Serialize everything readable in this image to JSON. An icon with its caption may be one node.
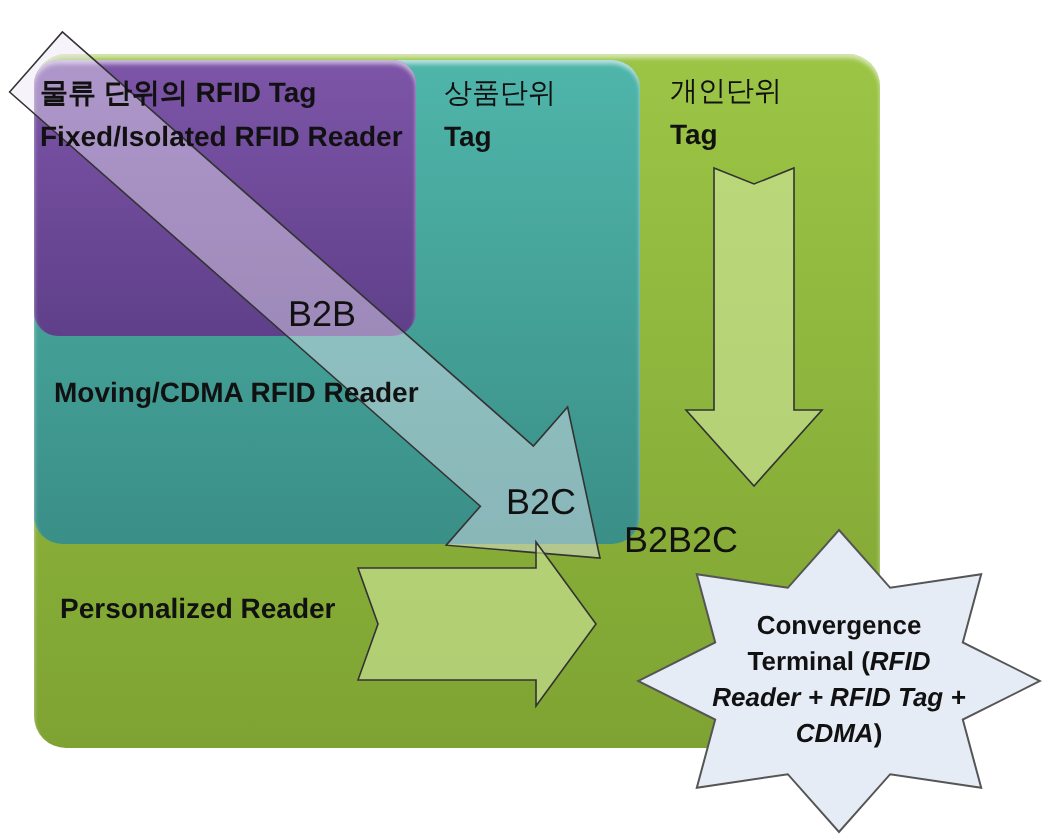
{
  "diagram": {
    "nodes": [
      {
        "text": [
          "개인단위",
          "Tag",
          "Personalized Reader"
        ]
      },
      {
        "text": [
          "상품단위",
          "Tag",
          "Moving/CDMA RFID Reader"
        ],
        "in": 0
      },
      {
        "text": [
          "물류 단위의 RFID Tag",
          "Fixed/Isolated RFID Reader"
        ],
        "in": 1
      },
      {
        "text": [
          "Convergence Terminal (*RFID Reader + RFID Tag + CDMA*)"
        ]
      }
    ],
    "edges": [
      {
        "from": 2,
        "to": 3,
        "arrow": "to"
      },
      {
        "from": 0,
        "to": 3,
        "arrow": "to"
      },
      {
        "from": 0,
        "to": 3,
        "arrow": "to"
      }
    ],
    "labels": [
      "B2B",
      "B2C",
      "B2B2C"
    ]
  }
}
